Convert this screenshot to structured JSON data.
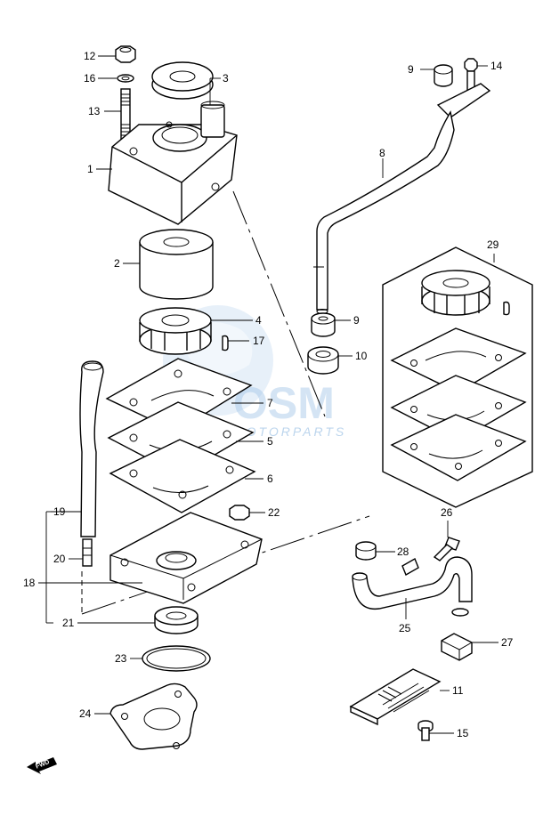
{
  "diagram": {
    "callouts": [
      "1",
      "2",
      "3",
      "4",
      "5",
      "6",
      "7",
      "8",
      "9",
      "9",
      "10",
      "11",
      "12",
      "13",
      "14",
      "15",
      "16",
      "17",
      "18",
      "19",
      "20",
      "21",
      "22",
      "23",
      "24",
      "25",
      "26",
      "27",
      "28",
      "29"
    ]
  },
  "watermark": {
    "brand": "OSM",
    "tagline": "MOTORPARTS"
  },
  "fwd_indicator": {
    "label": "FWD"
  }
}
